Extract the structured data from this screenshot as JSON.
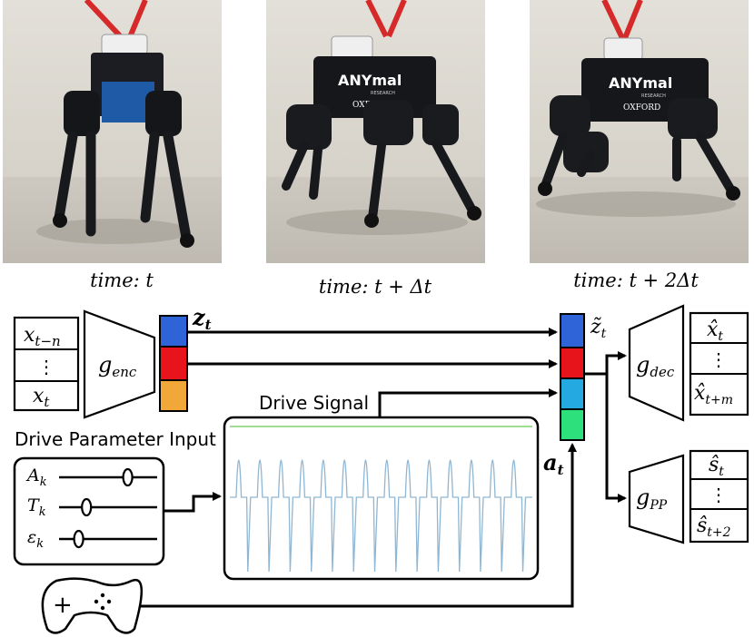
{
  "photos": [
    {
      "caption_lead": "time",
      "caption_rest": ": t"
    },
    {
      "caption_lead": "time",
      "caption_rest": ": t + Δt"
    },
    {
      "caption_lead": "time",
      "caption_rest": ": t + 2Δt"
    }
  ],
  "robot": {
    "brand_text": "ANYmal",
    "tag_text": "RESEARCH",
    "univ_text": "OXFORD"
  },
  "input_history": {
    "top_base": "x",
    "top_sub": "t−n",
    "dots": "⋮",
    "bottom_base": "x",
    "bottom_sub": "t"
  },
  "encoder": {
    "base": "g",
    "sub": "enc"
  },
  "latent": {
    "base": "z",
    "sub": "t"
  },
  "latent_mod": {
    "base": "z̃",
    "sub": "t"
  },
  "decoder": {
    "base": "g",
    "sub": "dec"
  },
  "predictor": {
    "base": "g",
    "sub": "PP"
  },
  "output_recon": {
    "top_base": "x̂",
    "top_sub": "t",
    "dots": "⋮",
    "bottom_base": "x̂",
    "bottom_sub": "t+m"
  },
  "output_pred": {
    "top_base": "ŝ",
    "top_sub": "t",
    "dots": "⋮",
    "bottom_base": "ŝ",
    "bottom_sub": "t+2"
  },
  "drive_signal": {
    "title": "Drive Signal",
    "cycles": 14
  },
  "drive_params": {
    "title": "Drive Parameter Input",
    "sliders": [
      {
        "base": "A",
        "sub": "k",
        "value": 0.7
      },
      {
        "base": "T",
        "sub": "k",
        "value": 0.28
      },
      {
        "base": "ε",
        "sub": "k",
        "value": 0.2
      }
    ]
  },
  "action": {
    "base": "a",
    "sub": "t"
  },
  "gamepad": {
    "plus": "+"
  },
  "colors": {
    "blue": "#2f63d8",
    "red": "#e8141c",
    "orange": "#f2a838",
    "cyan": "#24a9e1",
    "green": "#2ee07c",
    "signal_line": "#8fb6d3",
    "signal_top": "#7ed36b"
  }
}
